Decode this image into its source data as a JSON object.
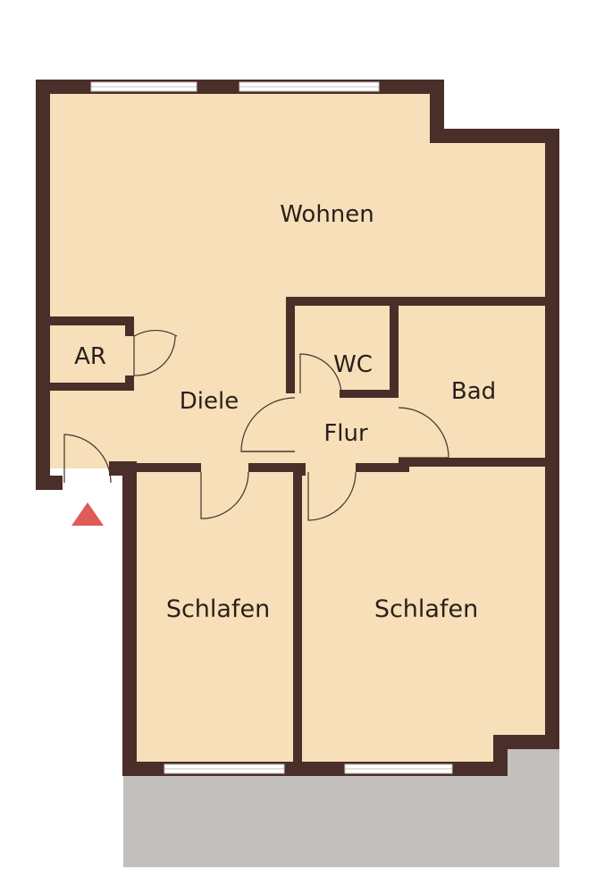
{
  "floorplan": {
    "rooms": {
      "wohnen": "Wohnen",
      "ar": "AR",
      "diele": "Diele",
      "wc": "WC",
      "bad": "Bad",
      "flur": "Flur",
      "schlafen_left": "Schlafen",
      "schlafen_right": "Schlafen"
    },
    "colors": {
      "wall": "#4a2e29",
      "floor": "#f6dfb9",
      "terrace": "#c2bfbc",
      "window_glass": "#ffffff",
      "entrance_marker": "#e05a5a"
    },
    "icons": {
      "entrance_marker": "triangle-up"
    }
  }
}
